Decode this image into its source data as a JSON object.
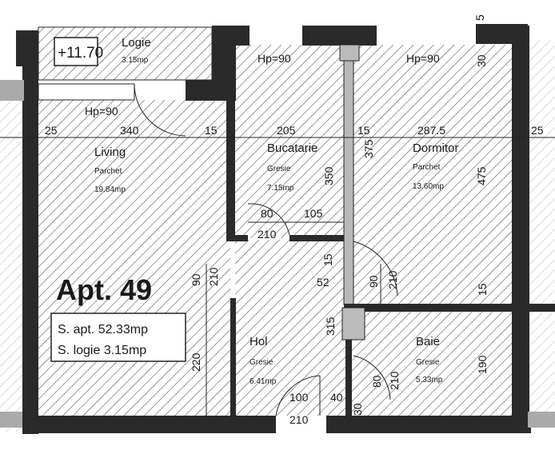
{
  "level_mark": "+11.70",
  "apartment": {
    "title": "Apt. 49",
    "area_line": "S. apt. 52.33mp",
    "logia_line": "S. logie 3.15mp"
  },
  "rooms": {
    "logie": {
      "name": "Logie",
      "area": "3.15mp"
    },
    "living": {
      "name": "Living",
      "floor": "Parchet",
      "area": "19.84mp"
    },
    "bucatarie": {
      "name": "Bucatarie",
      "floor": "Gresie",
      "area": "7.15mp"
    },
    "dormitor": {
      "name": "Dormitor",
      "floor": "Parchet",
      "area": "13.60mp"
    },
    "hol": {
      "name": "Hol",
      "floor": "Gresie",
      "area": "6.41mp"
    },
    "baie": {
      "name": "Baie",
      "floor": "Gresie",
      "area": "5.33mp"
    }
  },
  "sill_heights": {
    "living": "Hp=90",
    "kitchen": "Hp=90",
    "bedroom": "Hp=90"
  },
  "dimensions": {
    "d25_left": "25",
    "d340": "340",
    "d15_a": "15",
    "d205": "205",
    "d15_b": "15",
    "d287": "287.5",
    "d25_right": "25",
    "d350": "350",
    "d375": "375",
    "d475": "475",
    "d30": "30",
    "d5": "5",
    "d80_k": "80",
    "d105": "105",
    "d210_k": "210",
    "d90_l": "90",
    "d210_l": "210",
    "d220": "220",
    "d15_h": "15",
    "d52": "52",
    "d90_d": "90",
    "d210_d": "210",
    "d15_r": "15",
    "d315": "315",
    "d80_b": "80",
    "d210_b": "210",
    "d190": "190",
    "d100": "100",
    "d40": "40",
    "d210_e": "210",
    "d30_b": "30"
  },
  "colors": {
    "wall": "#2a2a2a",
    "hatch": "#3a3a3a",
    "partition": "#b8b8b8"
  }
}
